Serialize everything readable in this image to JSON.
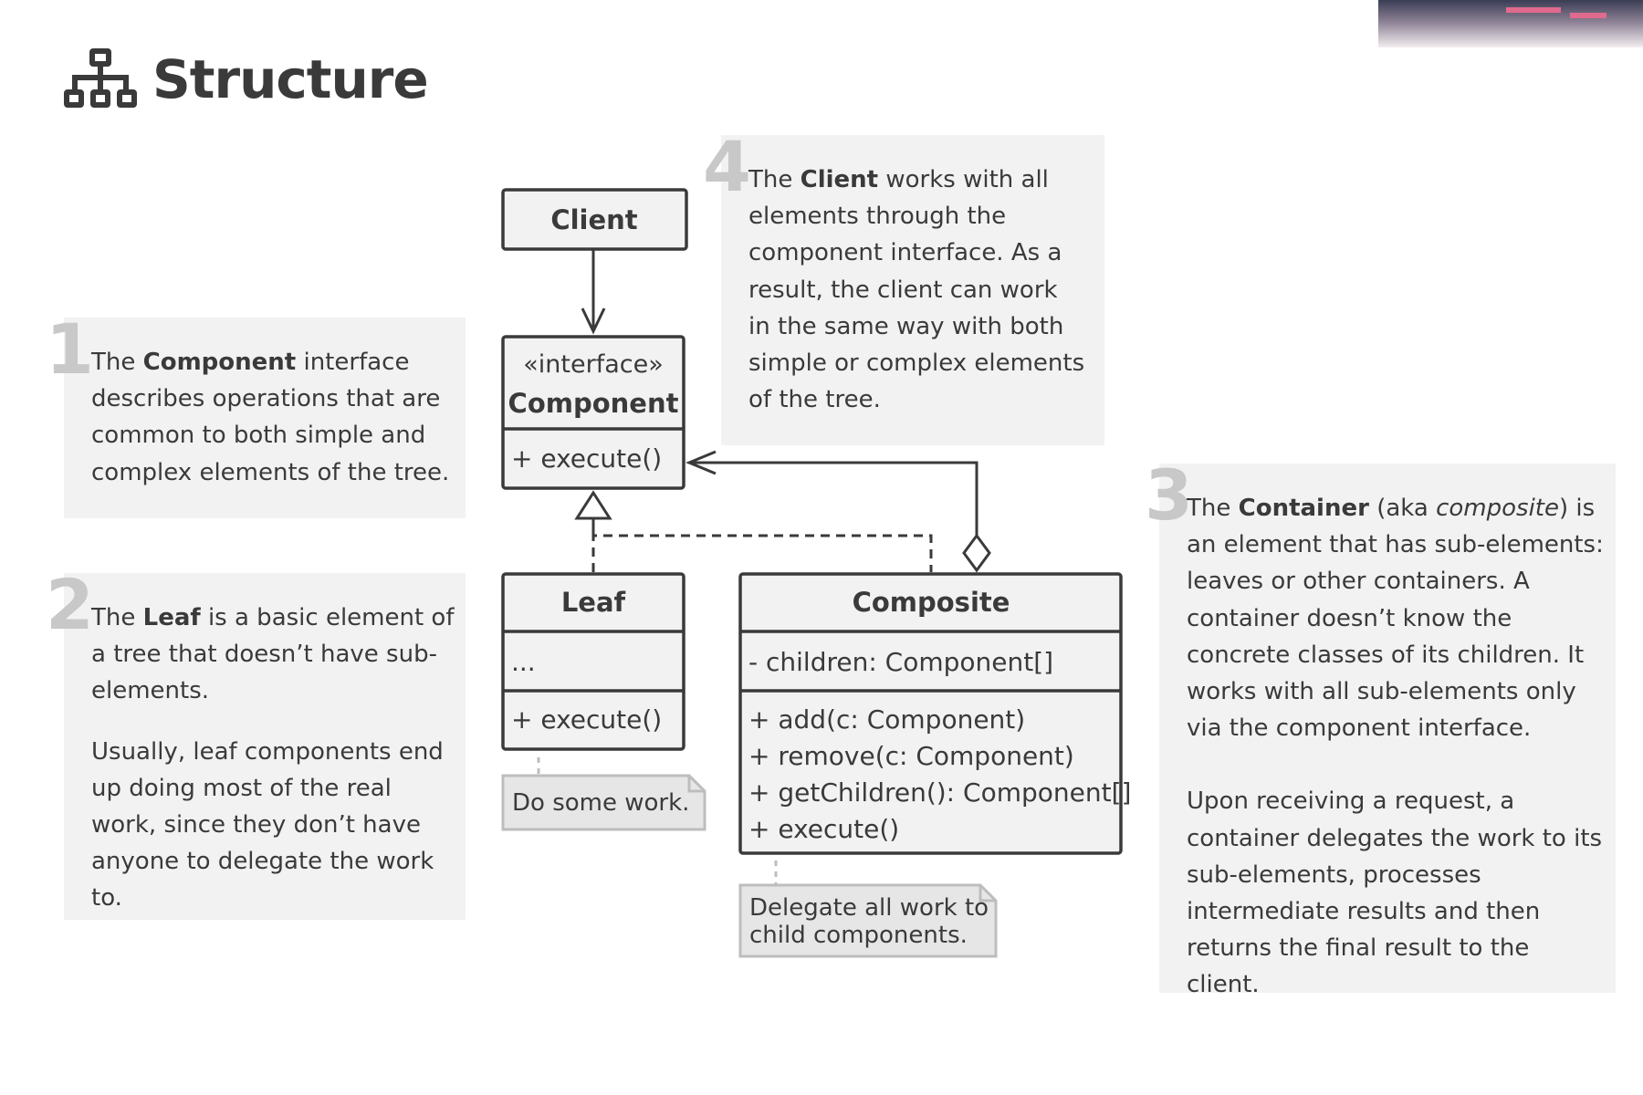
{
  "header": {
    "icon": "hierarchy-tree-icon",
    "title": "Structure"
  },
  "notes": [
    {
      "number": "1",
      "parts": [
        {
          "text": "The ",
          "bold": false
        },
        {
          "text": "Component",
          "bold": true
        },
        {
          "text": " interface describes operations that are common to both simple and complex elements of the tree.",
          "bold": false
        }
      ]
    },
    {
      "number": "2",
      "parts": [
        {
          "text": "The ",
          "bold": false
        },
        {
          "text": "Leaf",
          "bold": true
        },
        {
          "text": " is a basic element of a tree that doesn’t have sub-elements.",
          "bold": false
        }
      ],
      "extra": "Usually, leaf components end up doing most of the real work, since they don’t have anyone to delegate the work to."
    },
    {
      "number": "3",
      "parts": [
        {
          "text": "The ",
          "bold": false
        },
        {
          "text": "Container",
          "bold": true
        },
        {
          "text": " (aka ",
          "bold": false
        },
        {
          "text": "composite",
          "italic": true
        },
        {
          "text": ") is an element that has sub-elements: leaves or other containers. A container doesn’t know the concrete classes of its children. It works with all sub-elements only via the component interface.",
          "bold": false
        }
      ],
      "extra": "Upon receiving a request, a container delegates the work to its sub-elements, processes intermediate results and then returns the final result to the client."
    },
    {
      "number": "4",
      "parts": [
        {
          "text": "The ",
          "bold": false
        },
        {
          "text": "Client",
          "bold": true
        },
        {
          "text": " works with all elements through the component interface. As a result, the client can work in the same way with both simple or complex elements of the tree.",
          "bold": false
        }
      ]
    }
  ],
  "classes": {
    "client": {
      "name": "Client"
    },
    "component": {
      "stereotype": "«interface»",
      "name": "Component",
      "methods": [
        "+ execute()"
      ]
    },
    "leaf": {
      "name": "Leaf",
      "fields": [
        "..."
      ],
      "methods": [
        "+ execute()"
      ]
    },
    "composite": {
      "name": "Composite",
      "fields": [
        "- children: Component[]"
      ],
      "methods": [
        "+ add(c: Component)",
        "+ remove(c: Component)",
        "+ getChildren(): Component[]",
        "+ execute()"
      ]
    }
  },
  "comments": {
    "leaf": [
      "Do some work."
    ],
    "composite": [
      "Delegate all work to",
      "child components."
    ]
  },
  "colors": {
    "stroke": "#3a3a3a",
    "box_fill": "#f2f2f2",
    "note_fill": "#e6e6e6",
    "note_stroke": "#bdbdbd",
    "number": "#c8c8c8"
  }
}
